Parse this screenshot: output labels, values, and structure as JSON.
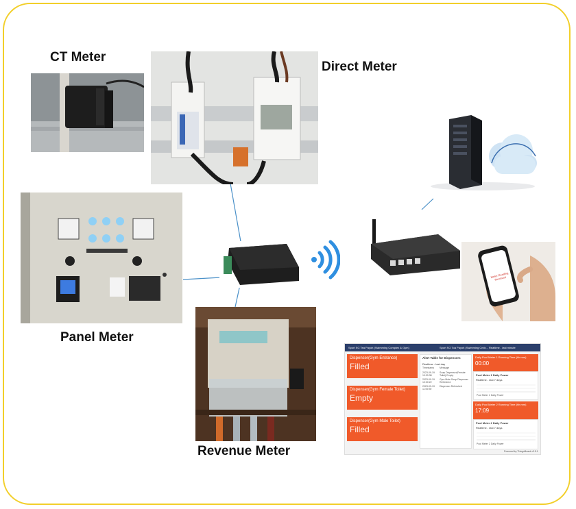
{
  "labels": {
    "ct_meter": "CT Meter",
    "direct_meter": "Direct Meter",
    "panel_meter": "Panel Meter",
    "revenue_meter": "Revenue Meter"
  },
  "colors": {
    "border": "#f2cf2a",
    "wifi": "#2f8fe0",
    "connector": "#4a90c8",
    "tile_orange": "#f05a2a",
    "dashboard_header": "#2b3f6b"
  },
  "icons": {
    "wireless": "wifi-signal-icon",
    "cloud": "cloud-icon"
  },
  "phone": {
    "screen_text": "Meter Reading Received"
  },
  "dashboard": {
    "header_title": "Sport SG Tea Payoh (Swimming Complex & Gym)",
    "header_center": "Sport SG Toa Payoh (Swimming Cmlx...",
    "header_right": "Realtime - last minute",
    "cards": [
      {
        "name": "Dispenser(Gym Entrance)",
        "state": "Filled"
      },
      {
        "name": "Dispenser(Gym Female Toilet)",
        "state": "Empty"
      },
      {
        "name": "Dispenser(Gym Male Toilet)",
        "state": "Filled"
      }
    ],
    "alert_table": {
      "title": "Alert Table for Dispensers",
      "subtitle": "Realtime - last day",
      "columns": [
        "Timestamp",
        "Message"
      ],
      "rows": [
        [
          "2023-09-19 10:30:38",
          "Soap Dispenser(Female Toilet) Empty"
        ],
        [
          "2023-09-19 10:30:22",
          "Gym Male Soap Dispenser Refreshed"
        ],
        [
          "2023-09-19 11:09:39",
          "Dispenser Refreshed"
        ]
      ]
    },
    "pool_tiles": [
      {
        "title": "Daily Pool Meter 1 Running Time (hh:mm)",
        "value": "00:00"
      },
      {
        "title": "Daily Pool Meter 2 Running Time (hh:mm)",
        "value": "17:09"
      }
    ],
    "pool_charts": [
      {
        "title": "Pool Meter 1 Daily Power",
        "subtitle": "Realtime - last 7 days",
        "legend": "Pool Meter 1 Daily Power"
      },
      {
        "title": "Pool Meter 2 Daily Power",
        "subtitle": "Realtime - last 7 days",
        "legend": "Pool Meter 2 Daily Power"
      }
    ],
    "footer": "Powered by ThingsBoard v3.5.1"
  }
}
